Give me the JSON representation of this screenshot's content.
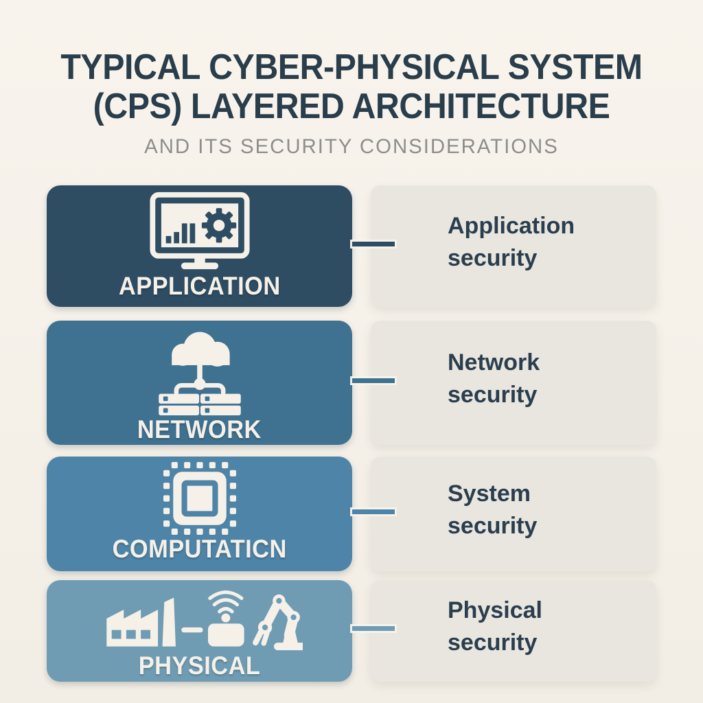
{
  "header": {
    "title_line1": "TYPICAL CYBER-PHYSICAL SYSTEM",
    "title_line2": "(CPS) LAYERED ARCHITECTURE",
    "subtitle": "AND ITS SECURITY CONSIDERATIONS"
  },
  "colors": {
    "background": "#f6f2ea",
    "panel": "#e9e6df",
    "title_text": "#293d4b",
    "subtitle_text": "#8d8d8d",
    "layer_label_text": "#f5f1e9",
    "security_text": "#2a3e4e",
    "icon_white": "#f5f1e9"
  },
  "layers": [
    {
      "label": "APPLICATION",
      "icon": "monitor-gear-icon",
      "color": "#2e4d63",
      "security": "Application security"
    },
    {
      "label": "NETWORK",
      "icon": "cloud-servers-icon",
      "color": "#3f7191",
      "security": "Network security"
    },
    {
      "label": "COMPUTATICN",
      "icon": "cpu-chip-icon",
      "color": "#4e84a7",
      "security": "System security"
    },
    {
      "label": "PHYSICAL",
      "icon": "factory-iot-robot-icon",
      "color": "#6f9cb3",
      "security": "Physical security"
    }
  ]
}
